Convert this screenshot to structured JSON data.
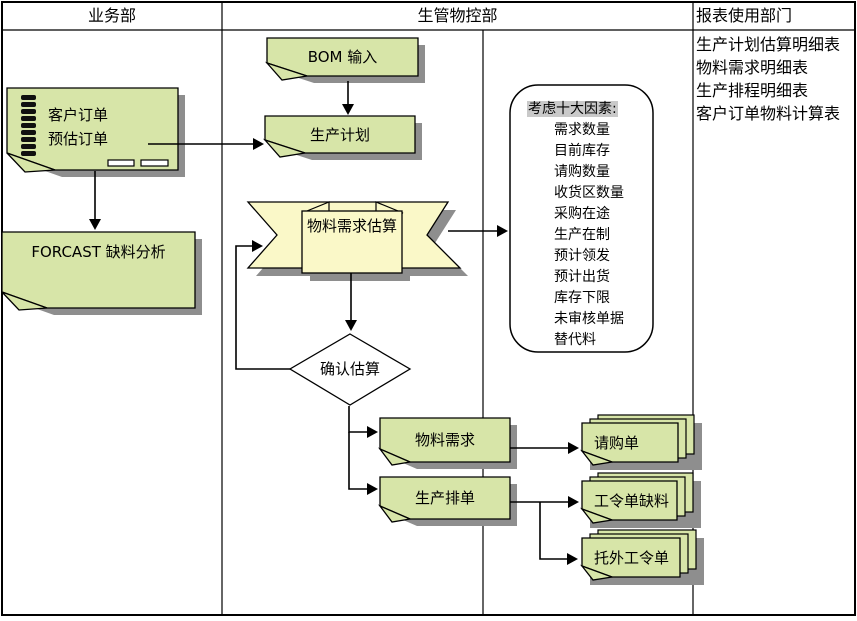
{
  "header": {
    "business_dept": "业务部",
    "production_control_dept": "生管物控部",
    "report_users_dept": "报表使用部门"
  },
  "reports": [
    "生产计划估算明细表",
    "物料需求明细表",
    "生产排程明细表",
    "客户订单物料计算表"
  ],
  "nodes": {
    "bom_input": "BOM 输入",
    "production_plan": "生产计划",
    "customer_order": "客户订单",
    "forecast_order": "预估订单",
    "forecast_shortage_analysis": "FORCAST 缺料分析",
    "material_requirement_estimate": "物料需求估算",
    "confirm_estimate": "确认估算",
    "material_requirement": "物料需求",
    "production_schedule": "生产排单",
    "purchase_requisition": "请购单",
    "work_order_shortage": "工令单缺料",
    "outsourced_work_order": "托外工令单"
  },
  "factors": {
    "title": "考虑十大因素:",
    "items": [
      "需求数量",
      "目前库存",
      "请购数量",
      "收货区数量",
      "采购在途",
      "生产在制",
      "预计领发",
      "预计出货",
      "库存下限",
      "未审核单据",
      "替代料"
    ]
  },
  "colors": {
    "shape_green": "#d7e5a8",
    "banner_yellow": "#faf8c8",
    "shadow_gray": "#8e8e8e",
    "factor_title_highlight": "#c9c9c9",
    "outline_black": "#000000"
  }
}
